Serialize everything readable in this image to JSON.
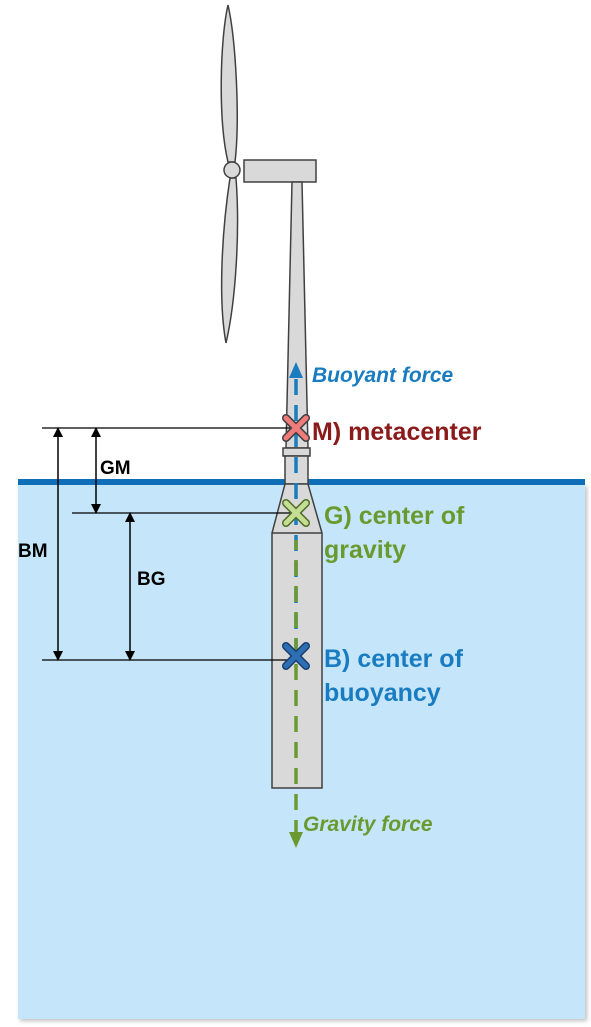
{
  "labels": {
    "buoyant_force": "Buoyant force",
    "metacenter": "M) metacenter",
    "center_of_gravity_line1": "G) center of",
    "center_of_gravity_line2": "gravity",
    "center_of_buoyancy_line1": "B) center of",
    "center_of_buoyancy_line2": "buoyancy",
    "gravity_force": "Gravity force",
    "gm": "GM",
    "bm": "BM",
    "bg": "BG"
  },
  "colors": {
    "water": "#c5e6fa",
    "waterline": "#0f6eb8",
    "structure": "#d9d9d9",
    "buoyancy_blue": "#1a7cc0",
    "metacenter_red": "#8b1a1a",
    "metacenter_marker": "#f07b7b",
    "gravity_green": "#6a9a2f",
    "gravity_marker": "#c5de96",
    "buoyancy_marker": "#2d6fb5"
  }
}
